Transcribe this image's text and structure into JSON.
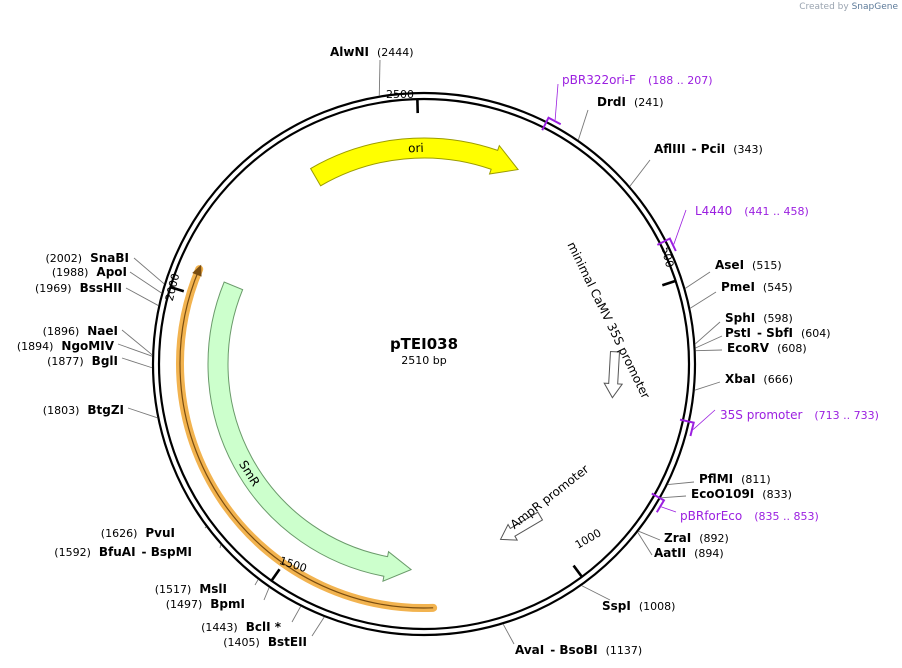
{
  "brand": {
    "created_by": "Created by",
    "app": "SnapGene"
  },
  "plasmid": {
    "name": "pTEI038",
    "size_label": "2510 bp",
    "length": 2510
  },
  "ticks": [
    {
      "label": "500",
      "bp": 500
    },
    {
      "label": "1000",
      "bp": 1000
    },
    {
      "label": "1500",
      "bp": 1500
    },
    {
      "label": "2000",
      "bp": 2000
    },
    {
      "label": "2500",
      "bp": 2500
    }
  ],
  "features": [
    {
      "name": "ori",
      "start": 2300,
      "end": 180,
      "color": "#ffff00",
      "stroke": "#9c9c00",
      "lane": "outer",
      "direction": "cw",
      "label_type": "on_arc"
    },
    {
      "name": "SmR",
      "start": 1280,
      "end": 2038,
      "color": "#ccffcc",
      "stroke": "#6a9a6a",
      "lane": "inner",
      "direction": "ccw",
      "label_type": "on_arc"
    },
    {
      "name": "minimal CaMV 35S promoter",
      "start": 610,
      "end": 690,
      "color": "#ffffff",
      "stroke": "#555555",
      "lane": "arrow",
      "direction": "cw",
      "label_type": "curved"
    },
    {
      "name": "AmpR promoter",
      "start": 1000,
      "end": 1085,
      "color": "#ffffff",
      "stroke": "#555555",
      "lane": "arrow",
      "direction": "cw",
      "label_type": "straight"
    }
  ],
  "orf": {
    "start": 1240,
    "end": 2042,
    "color": "#f2b34f"
  },
  "enzymes": [
    {
      "name": "AlwNI",
      "pos": "(2444)"
    },
    {
      "name": "DrdI",
      "pos": "(241)"
    },
    {
      "name": "AflIII",
      "suffix": "- PciI",
      "pos": "(343)"
    },
    {
      "name": "AseI",
      "pos": "(515)"
    },
    {
      "name": "PmeI",
      "pos": "(545)"
    },
    {
      "name": "SphI",
      "pos": "(598)"
    },
    {
      "name": "PstI",
      "suffix": "- SbfI",
      "pos": "(604)"
    },
    {
      "name": "EcoRV",
      "pos": "(608)"
    },
    {
      "name": "XbaI",
      "pos": "(666)"
    },
    {
      "name": "PflMI",
      "pos": "(811)"
    },
    {
      "name": "EcoO109I",
      "pos": "(833)"
    },
    {
      "name": "ZraI",
      "pos": "(892)"
    },
    {
      "name": "AatII",
      "pos": "(894)"
    },
    {
      "name": "SspI",
      "pos": "(1008)"
    },
    {
      "name": "AvaI",
      "suffix": "- BsoBI",
      "pos": "(1137)"
    },
    {
      "name": "BstEII",
      "pos": "(1405)"
    },
    {
      "name": "BclI *",
      "pos": "(1443)"
    },
    {
      "name": "BpmI",
      "pos": "(1497)"
    },
    {
      "name": "MslI",
      "pos": "(1517)"
    },
    {
      "name": "BfuAI",
      "suffix": "- BspMI",
      "pos": "(1592)"
    },
    {
      "name": "PvuI",
      "pos": "(1626)"
    },
    {
      "name": "BtgZI",
      "pos": "(1803)"
    },
    {
      "name": "BglI",
      "pos": "(1877)"
    },
    {
      "name": "NgoMIV",
      "pos": "(1894)"
    },
    {
      "name": "NaeI",
      "pos": "(1896)"
    },
    {
      "name": "BssHII",
      "pos": "(1969)"
    },
    {
      "name": "ApoI",
      "pos": "(1988)"
    },
    {
      "name": "SnaBI",
      "pos": "(2002)"
    }
  ],
  "primers": [
    {
      "name": "pBR322ori-F",
      "range": "(188 .. 207)"
    },
    {
      "name": "L4440",
      "range": "(441 .. 458)"
    },
    {
      "name": "35S promoter",
      "range": "(713 .. 733)"
    },
    {
      "name": "pBRforEco",
      "range": "(835 .. 853)"
    }
  ],
  "colors": {
    "primer": "#9b1fe0",
    "backbone": "#000000",
    "leader": "#777777"
  }
}
